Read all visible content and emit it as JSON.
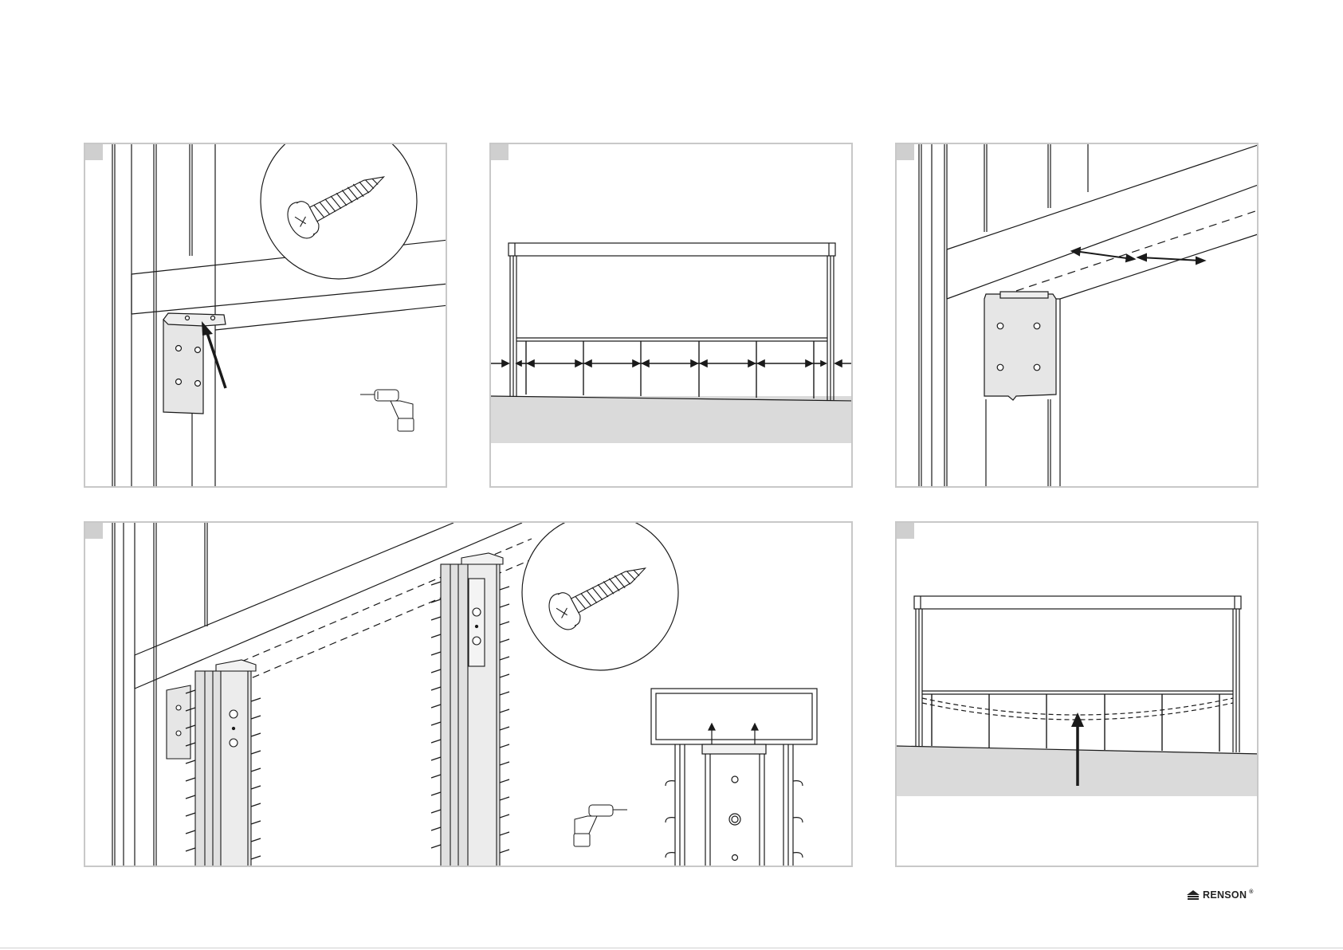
{
  "colors": {
    "frame": "#c8c8c8",
    "line": "#1a1a1a",
    "ground": "#dadada",
    "bracket": "#e6e6e6",
    "step_marker": "#cfcfcf"
  },
  "panels": [
    {
      "id": 1,
      "subject": "corner-bracket-screw-detail"
    },
    {
      "id": 2,
      "subject": "screen-spacing-measurement"
    },
    {
      "id": 3,
      "subject": "beam-spacing-bracket"
    },
    {
      "id": 4,
      "subject": "post-mounting-with-screws"
    },
    {
      "id": 5,
      "subject": "lift-screen-up"
    }
  ],
  "icons": [
    "screw-icon",
    "drill-icon",
    "arrow-icon",
    "double-arrow-icon",
    "renson-logo-icon"
  ],
  "brand": {
    "logo_text": "RENSON",
    "logo_suffix": "®"
  }
}
